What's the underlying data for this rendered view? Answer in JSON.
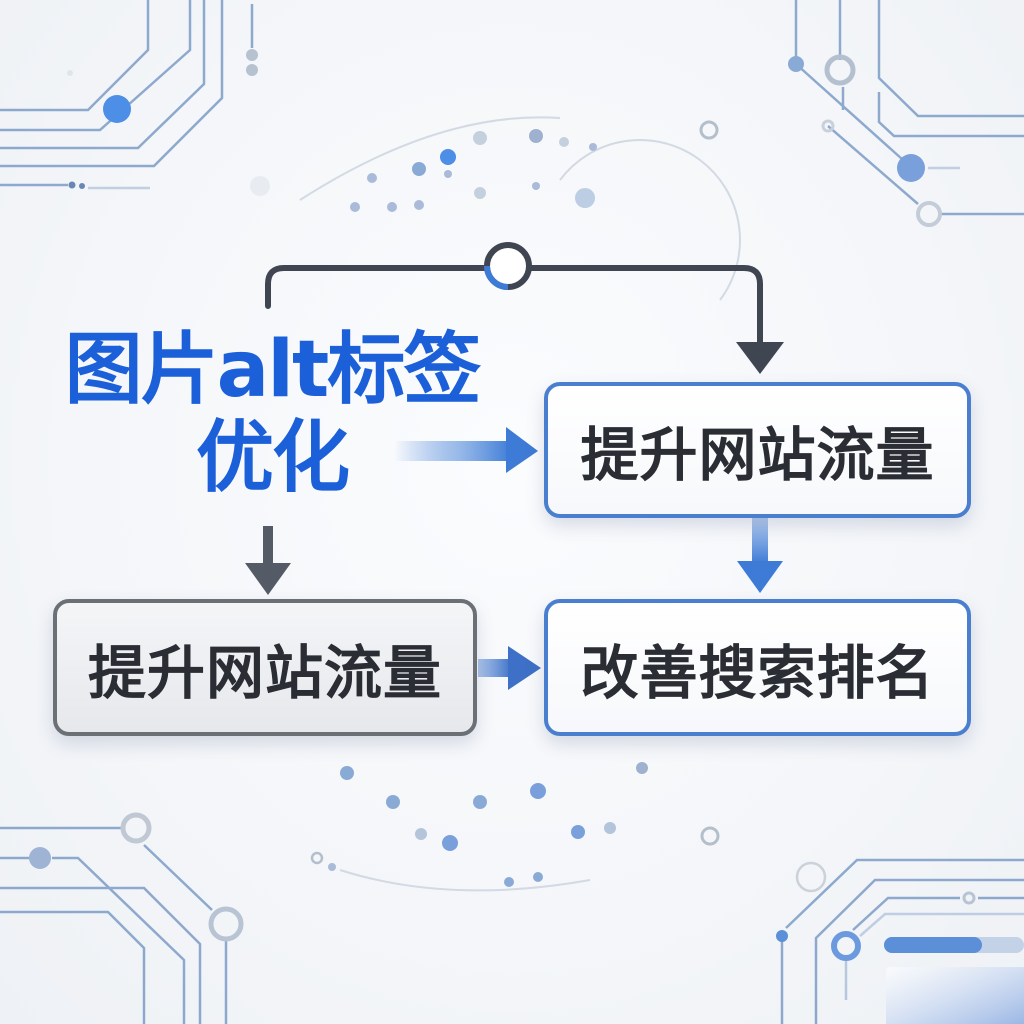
{
  "diagram": {
    "title": {
      "line1": "图片alt标签",
      "line2": "优化"
    },
    "nodes": [
      {
        "id": "traffic_top",
        "label": "提升网站流量",
        "style": "blue"
      },
      {
        "id": "ranking",
        "label": "改善搜索排名",
        "style": "blue"
      },
      {
        "id": "traffic_bottom",
        "label": "提升网站流量",
        "style": "gray"
      }
    ],
    "edges": [
      {
        "from": "title",
        "to": "traffic_top",
        "type": "bracket-connector-with-node"
      },
      {
        "from": "title",
        "to": "traffic_top",
        "type": "gradient-arrow"
      },
      {
        "from": "traffic_top",
        "to": "ranking",
        "type": "down-arrow"
      },
      {
        "from": "title",
        "to": "traffic_bottom",
        "type": "down-arrow"
      },
      {
        "from": "traffic_bottom",
        "to": "ranking",
        "type": "right-arrow"
      }
    ]
  },
  "colors": {
    "title": "#1b5fd9",
    "node_text": "#2a2d33",
    "blue_border": "#4a7fcf",
    "gray_border": "#6b6f76",
    "connector_dark": "#3f4652",
    "arrow_blue": "#3d7bd6",
    "circuit_line": "#7c9cc6",
    "circuit_dot": "#4d8ee6"
  }
}
